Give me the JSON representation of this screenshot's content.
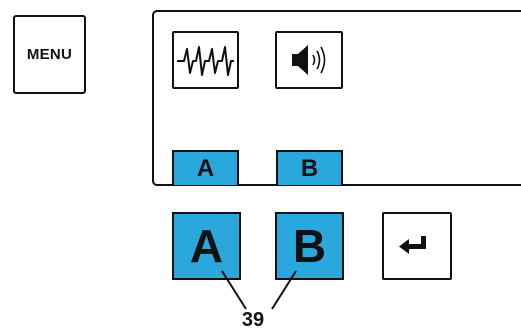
{
  "menu_button": {
    "label": "MENU"
  },
  "display": {
    "icons": [
      "ecg-waveform-icon",
      "speaker-volume-icon"
    ],
    "labels": {
      "a": "A",
      "b": "B"
    }
  },
  "soft_keys": {
    "a": "A",
    "b": "B",
    "enter_icon": "enter-return-icon"
  },
  "callout": {
    "number": "39"
  },
  "colors": {
    "key_fill": "#2aa7dc",
    "outline": "#111111"
  }
}
